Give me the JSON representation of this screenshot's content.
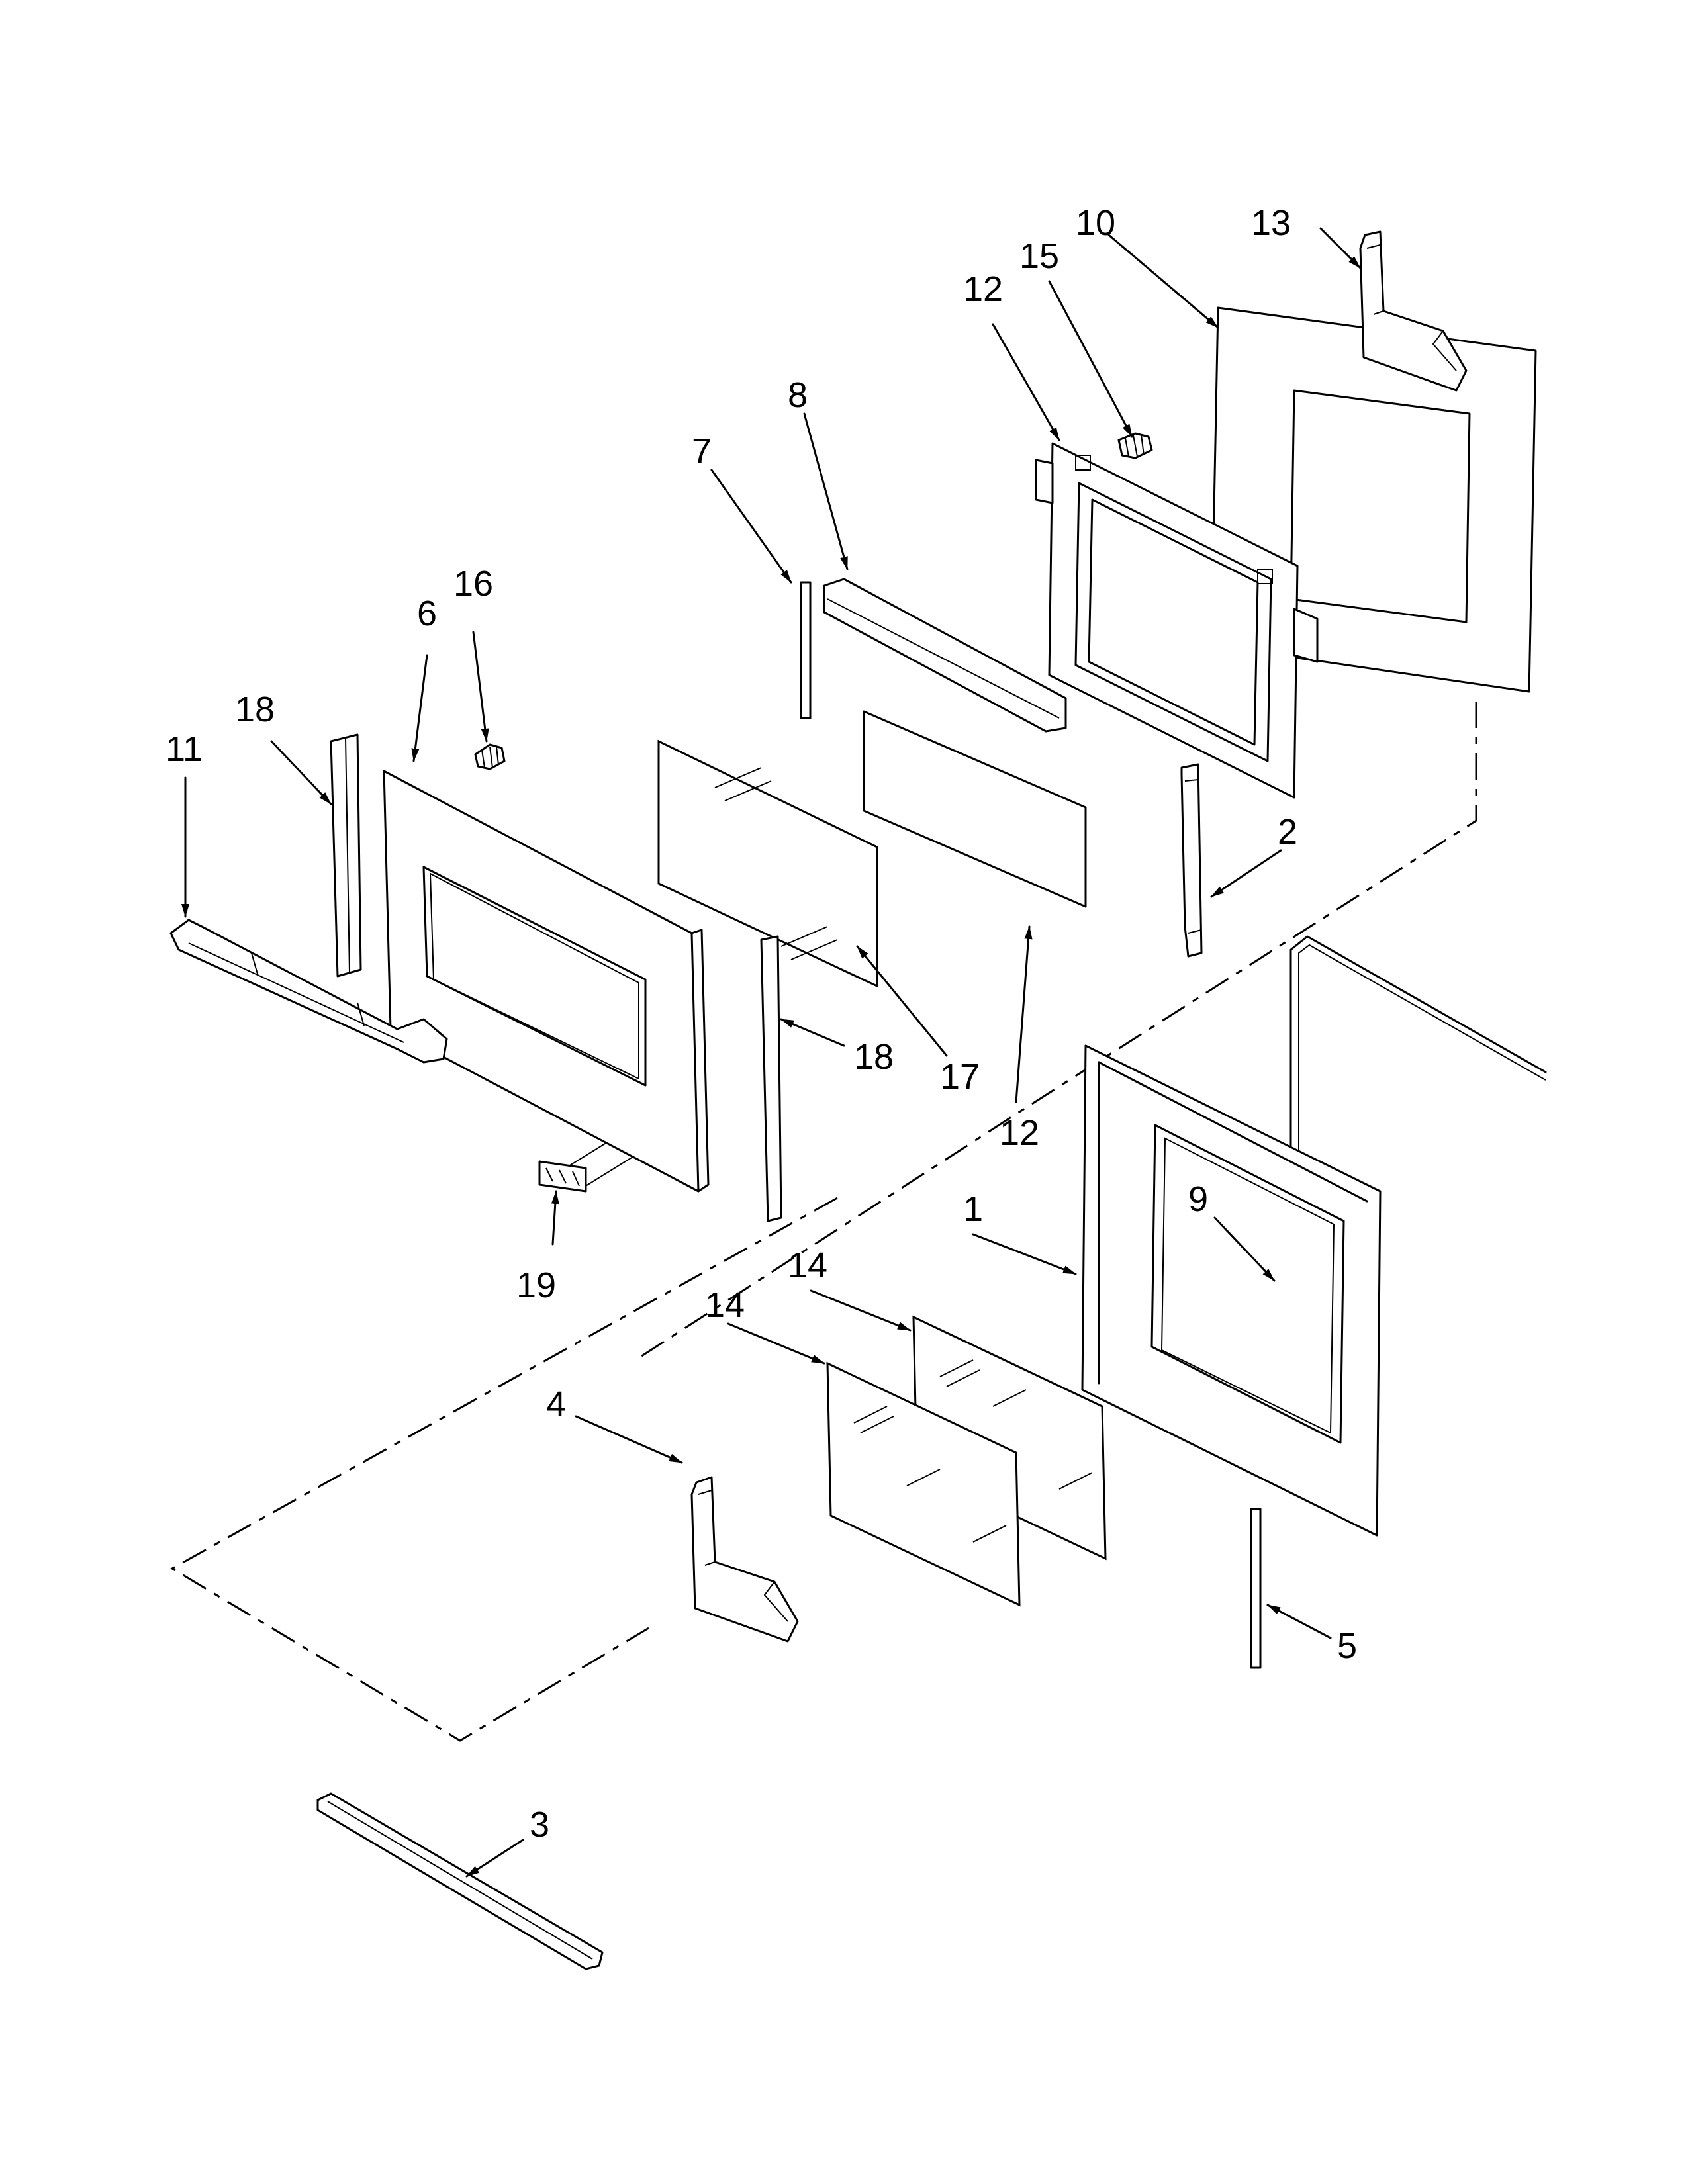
{
  "callouts": {
    "c1": "1",
    "c2": "2",
    "c3": "3",
    "c4": "4",
    "c5": "5",
    "c6": "6",
    "c7": "7",
    "c8": "8",
    "c9": "9",
    "c10": "10",
    "c11": "11",
    "c12a": "12",
    "c12b": "12",
    "c13": "13",
    "c14a": "14",
    "c14b": "14",
    "c15": "15",
    "c16": "16",
    "c17": "17",
    "c18a": "18",
    "c18b": "18",
    "c19": "19"
  },
  "colors": {
    "line": "#000000",
    "background": "#ffffff"
  }
}
